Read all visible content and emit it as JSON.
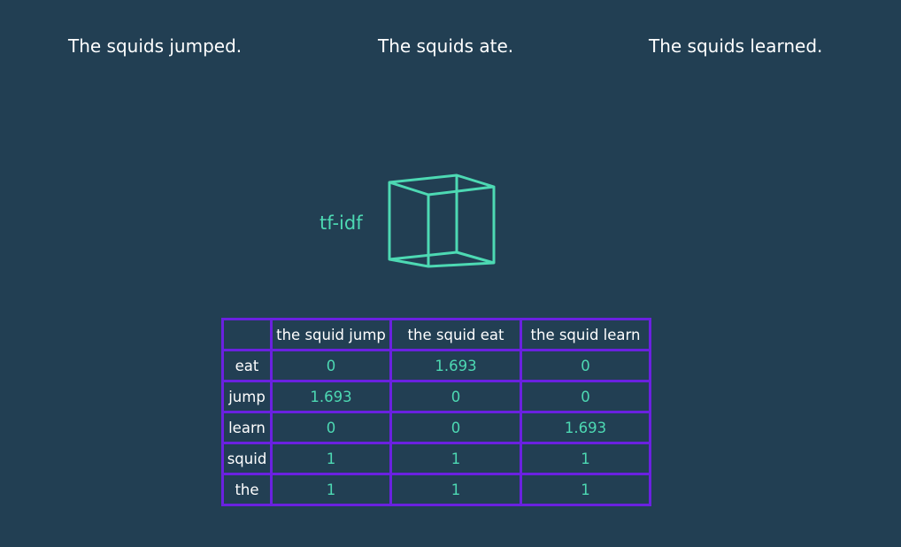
{
  "sentences": [
    "The squids jumped.",
    "The squids ate.",
    "The squids learned."
  ],
  "transform_label": "tf-idf",
  "accent_color": "#4dd9b3",
  "table_border_color": "#6a21e0",
  "background_color": "#223f53",
  "table": {
    "corner": "",
    "columns": [
      "the squid jump",
      "the squid eat",
      "the squid learn"
    ],
    "rows": [
      {
        "label": "eat",
        "values": [
          "0",
          "1.693",
          "0"
        ]
      },
      {
        "label": "jump",
        "values": [
          "1.693",
          "0",
          "0"
        ]
      },
      {
        "label": "learn",
        "values": [
          "0",
          "0",
          "1.693"
        ]
      },
      {
        "label": "squid",
        "values": [
          "1",
          "1",
          "1"
        ]
      },
      {
        "label": "the",
        "values": [
          "1",
          "1",
          "1"
        ]
      }
    ]
  }
}
